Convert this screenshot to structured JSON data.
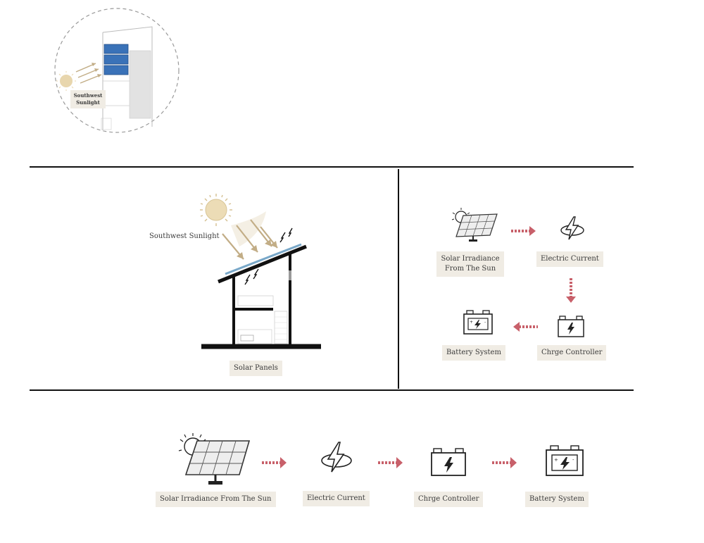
{
  "circle_detail": {
    "sun_label_line1": "Southwest",
    "sun_label_line2": "Sunlight"
  },
  "house_panel": {
    "sunlight_label": "Southwest Sunlight",
    "panels_label": "Solar Panels"
  },
  "flow_grid": {
    "irradiance_line1": "Solar Irradiance",
    "irradiance_line2": "From The Sun",
    "electric_current": "Electric Current",
    "battery_system": "Battery System",
    "charge_controller": "Chrge Controller"
  },
  "flow_row": {
    "irradiance": "Solar Irradiance From The Sun",
    "electric_current": "Electric Current",
    "charge_controller": "Chrge Controller",
    "battery_system": "Battery System"
  },
  "colors": {
    "arrow": "#c8606a",
    "sun": "#e8d6ad",
    "sunray": "#c2ad86",
    "panel_blue": "#3a72b8",
    "label_bg": "#f0ece4"
  },
  "icons": [
    "sun-icon",
    "solar-panel-icon",
    "lightning-icon",
    "battery-icon",
    "charge-controller-icon",
    "dotted-arrow-icon"
  ]
}
